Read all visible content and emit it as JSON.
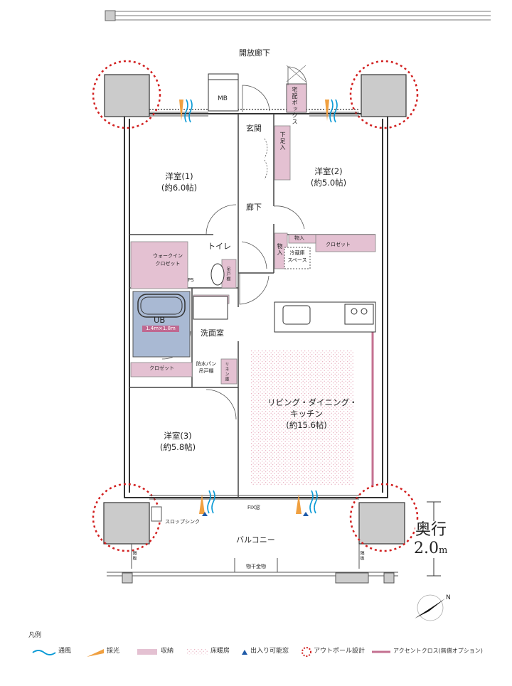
{
  "corridor": {
    "label": "開放廊下"
  },
  "rooms": {
    "western1": {
      "name": "洋室(1)",
      "size": "(約6.0帖)"
    },
    "western2": {
      "name": "洋室(2)",
      "size": "(約5.0帖)"
    },
    "western3": {
      "name": "洋室(3)",
      "size": "(約5.8帖)"
    },
    "ldk": {
      "name1": "リビング・ダイニング・",
      "name2": "キッチン",
      "size": "(約15.6帖)"
    },
    "entrance": "玄関",
    "hallway": "廊下",
    "toilet": "トイレ",
    "washroom": "洗面室",
    "unitbath": {
      "label": "UB",
      "size": "1.4m×1.8m"
    },
    "balcony": "バルコニー"
  },
  "fixtures": {
    "mb": "MB",
    "delivery_box": "宅配ボックス",
    "shoe_box": "下足入",
    "walkin_closet": {
      "line1": "ウォークイン",
      "line2": "クロゼット"
    },
    "closet_w3": "クロゼット",
    "closet_w2": "クロゼット",
    "storage1": "物入",
    "storage2": "物入",
    "fridge": {
      "line1": "冷蔵庫",
      "line2": "スペース"
    },
    "ps": "PS",
    "hanging_cabinet": "吊戸棚",
    "waterproof_pan": {
      "line1": "防水パン",
      "line2": "吊戸棚"
    },
    "linen": "リネン庫",
    "fix_window": "FIX窓",
    "slop_sink": "スロップシンク",
    "partition_left": "隔板",
    "partition_right": "隔板",
    "clothes_dryer": "物干金物"
  },
  "depth": {
    "label": "奥行",
    "value": "2.0",
    "unit": "m"
  },
  "compass": {
    "letter": "N"
  },
  "legend": {
    "title": "凡例",
    "items": [
      {
        "icon": "ventilation-icon",
        "label": "通風",
        "color": "#0a9ad6"
      },
      {
        "icon": "daylight-icon",
        "label": "採光",
        "color": "#f0a040"
      },
      {
        "icon": "storage-icon",
        "label": "収納",
        "color": "#e4c1d2"
      },
      {
        "icon": "floor-heating-icon",
        "label": "床暖房",
        "color": "#e7a4b6"
      },
      {
        "icon": "door-window-icon",
        "label": "出入り可能窓",
        "color": "#1e5aa8"
      },
      {
        "icon": "outpole-icon",
        "label": "アウトポール設計",
        "color": "#d22020"
      },
      {
        "icon": "accent-cross-icon",
        "label": "アクセントクロス(無償オプション)",
        "color": "#c47090"
      }
    ]
  },
  "colors": {
    "storage": "#e4c1d2",
    "accent": "#c47090",
    "column": "#cbcbcb",
    "unitbath": "#a9b9d3",
    "outpole": "#d22020"
  }
}
